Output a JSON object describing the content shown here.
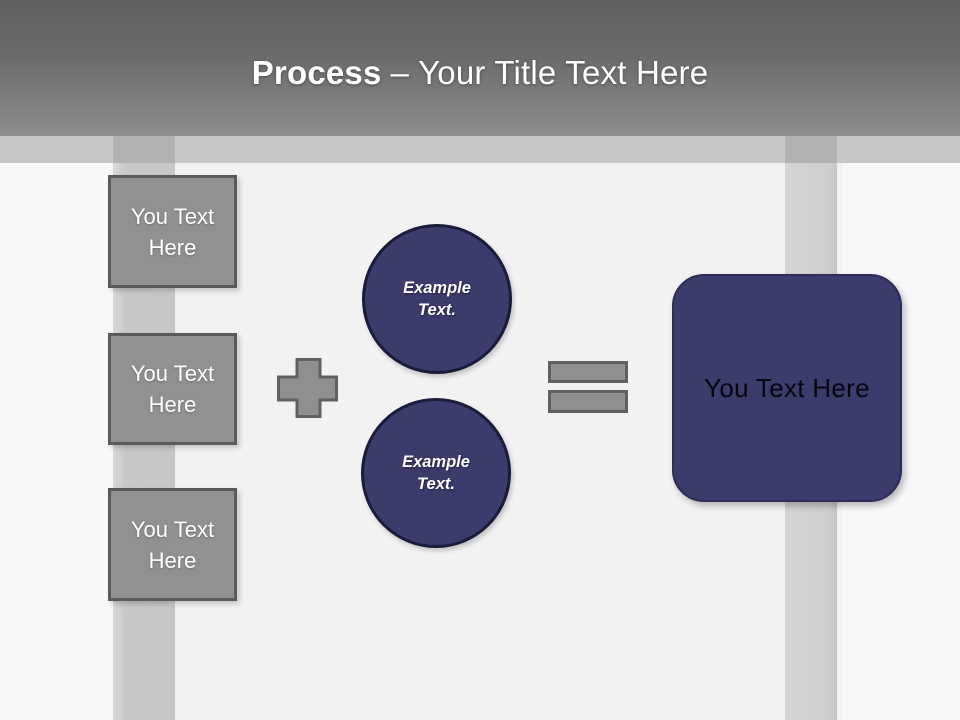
{
  "header": {
    "title_bold": "Process",
    "title_separator": "–",
    "title_rest": "Your Title Text Here"
  },
  "left_boxes": [
    {
      "label": "You Text Here"
    },
    {
      "label": "You Text Here"
    },
    {
      "label": "You Text Here"
    }
  ],
  "operators": {
    "plus_icon": "plus-icon",
    "equals_icon": "equals-icon"
  },
  "circles": [
    {
      "line1": "Example",
      "line2": "Text."
    },
    {
      "line1": "Example",
      "line2": "Text."
    }
  ],
  "result_box": {
    "label": "You Text Here"
  },
  "colors": {
    "header_gradient_top": "#606060",
    "header_gradient_bottom": "#8d8d8d",
    "horizontal_band": "#c7c7c7",
    "vertical_stripe_left": "#c9c9c9",
    "vertical_stripe_right": "#cecece",
    "stripe_band_overlap": "#b2b2b2",
    "background_outer": "#f8f8f8",
    "background_panel": "#f2f2f2",
    "gray_box_fill": "#919191",
    "gray_box_border": "#5a5a5a",
    "operator_fill": "#8f8f8f",
    "operator_border": "#606060",
    "navy_fill": "#3b3b6c",
    "navy_circle_border": "#1b1b3a",
    "navy_box_border": "#2d2d57",
    "title_text": "#ffffff",
    "box_text": "#ffffff",
    "result_text": "#06060f"
  }
}
